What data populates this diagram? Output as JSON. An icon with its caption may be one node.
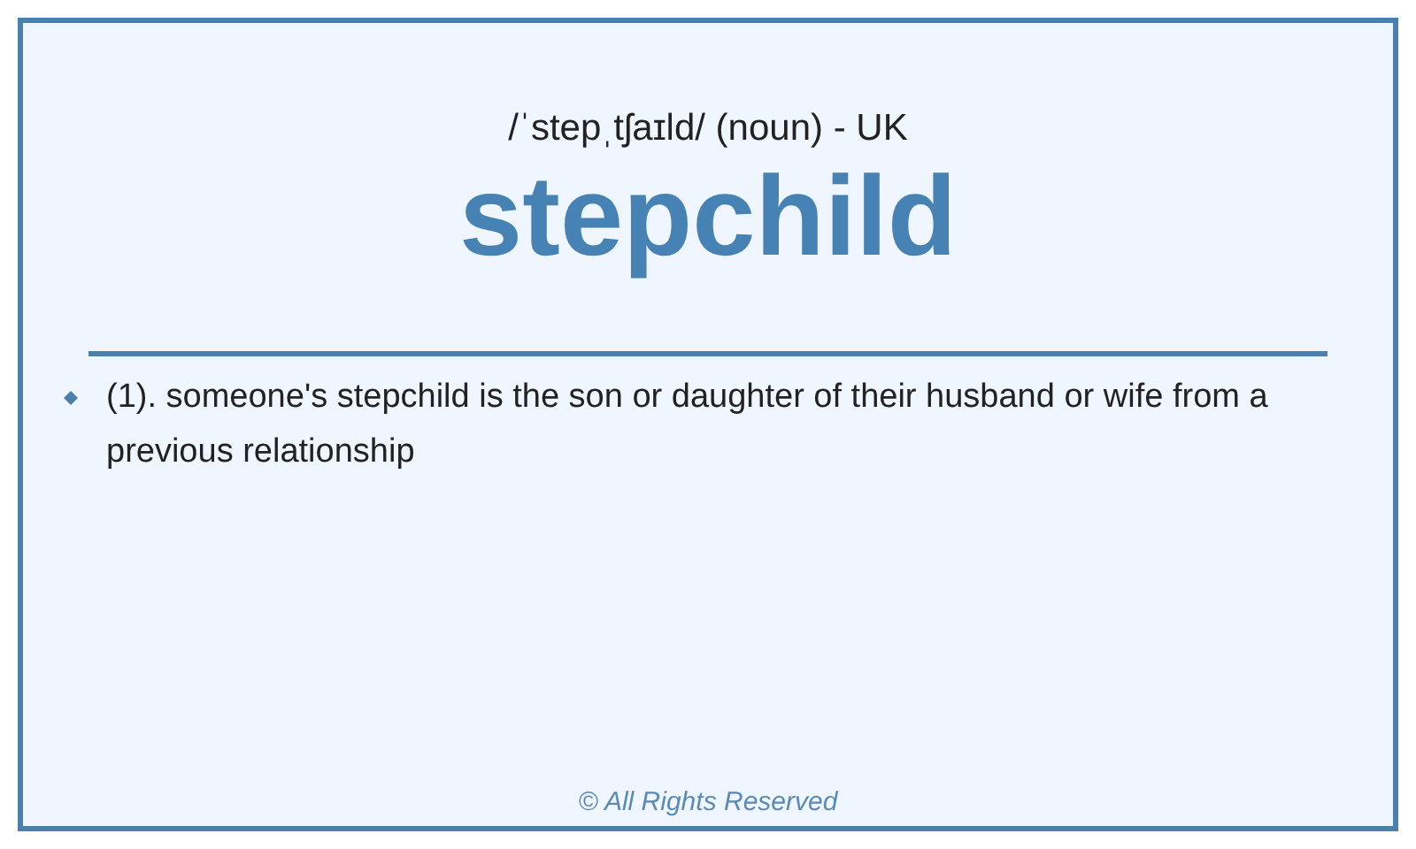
{
  "diagram": {
    "title": "stepchild",
    "labels": [
      "/ˈstepˌtʃaɪld/ (noun) - UK",
      "(1). someone's stepchild is the son or daughter of their husband or wife from a previous relationship",
      "© All Rights Reserved"
    ]
  }
}
